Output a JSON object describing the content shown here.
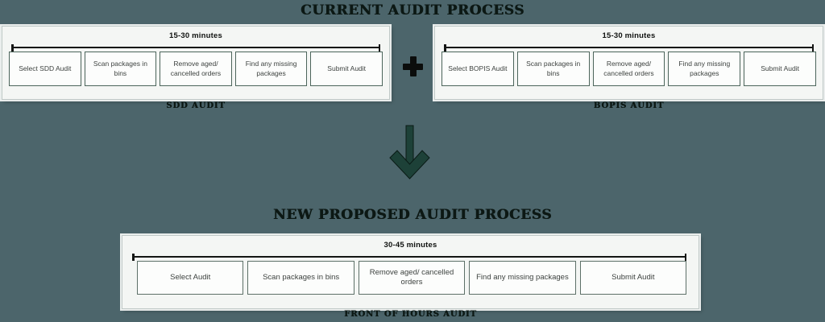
{
  "colors": {
    "background": "#4c656b",
    "panel_background": "#f4f6f4",
    "panel_border": "#c0c9c7",
    "step_border_green": "#4c655b",
    "step_text": "#3e4340",
    "title_text": "#0c1814",
    "arrow_green": "#1d4138",
    "plus_black": "#0b0d0c",
    "bracket_black": "#131513"
  },
  "icons": {
    "plus": "+",
    "down_arrow": "↓"
  },
  "current_section": {
    "title": "CURRENT AUDIT PROCESS",
    "sdd_panel": {
      "duration": "15-30 minutes",
      "caption": "SDD AUDIT",
      "steps": [
        "Select SDD Audit",
        "Scan packages in bins",
        "Remove aged/ cancelled orders",
        "Find any missing packages",
        "Submit Audit"
      ]
    },
    "bopis_panel": {
      "duration": "15-30 minutes",
      "caption": "BOPIS AUDIT",
      "steps": [
        "Select BOPIS Audit",
        "Scan packages in bins",
        "Remove aged/ cancelled orders",
        "Find any missing packages",
        "Submit Audit"
      ]
    }
  },
  "proposed_section": {
    "title": "NEW PROPOSED AUDIT PROCESS",
    "foh_panel": {
      "duration": "30-45 minutes",
      "caption": "FRONT OF HOURS AUDIT",
      "steps": [
        "Select Audit",
        "Scan packages in bins",
        "Remove aged/ cancelled orders",
        "Find any missing packages",
        "Submit Audit"
      ]
    }
  }
}
